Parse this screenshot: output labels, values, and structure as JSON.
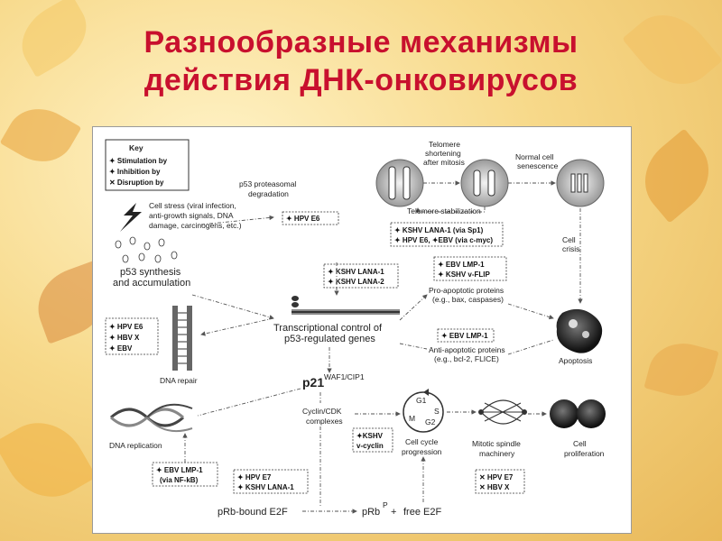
{
  "title_line1": "Разнообразные механизмы",
  "title_line2": "действия ДНК-онковирусов",
  "key": {
    "heading": "Key",
    "stimulation": "✦ Stimulation by",
    "inhibition": "✦ Inhibition by",
    "disruption": "✕ Disruption by"
  },
  "labels": {
    "cell_stress_1": "Cell stress (viral infection,",
    "cell_stress_2": "anti-growth signals, DNA",
    "cell_stress_3": "damage, carcinogens, etc.)",
    "p53_synth_1": "p53 synthesis",
    "p53_synth_2": "and accumulation",
    "p53_prot_1": "p53 proteasomal",
    "p53_prot_2": "degradation",
    "telomere_1": "Telomere",
    "telomere_2": "shortening",
    "telomere_3": "after mitosis",
    "normal_1": "Normal cell",
    "normal_2": "senescence",
    "telomere_stab": "Telomere stabilization",
    "cell_crisis_1": "Cell",
    "cell_crisis_2": "crisis",
    "pro_apop_1": "Pro-apoptotic proteins",
    "pro_apop_2": "(e.g., bax, caspases)",
    "transc_1": "Transcriptional control of",
    "transc_2": "p53-regulated genes",
    "anti_apop_1": "Anti-apoptotic proteins",
    "anti_apop_2": "(e.g., bcl-2, FLICE)",
    "apoptosis": "Apoptosis",
    "dna_repair": "DNA repair",
    "p21": "p21",
    "p21_sup": "WAF1/CIP1",
    "cyclin_1": "Cyclin/CDK",
    "cyclin_2": "complexes",
    "dna_repl": "DNA replication",
    "cc_1": "Cell cycle",
    "cc_2": "progression",
    "mitotic_1": "Mitotic spindle",
    "mitotic_2": "machinery",
    "prolif_1": "Cell",
    "prolif_2": "proliferation",
    "prb_bound": "pRb-bound E2F",
    "prbp": "pRb",
    "prbp_sup": "P",
    "plus": "+",
    "free_e2f": "free E2F",
    "g1": "G1",
    "s": "S",
    "g2": "G2",
    "m": "M"
  },
  "boxes": {
    "hpv_e6": "✦ HPV E6",
    "kshv_lana_1": "✦ KSHV LANA-1",
    "kshv_lana_2": "✦ KSHV LANA-2",
    "kshv_sp1": "✦ KSHV LANA-1 (via Sp1)",
    "hpv_ebv": "✦ HPV E6, ✦EBV (via c-myc)",
    "ebv_lmp1": "✦ EBV LMP-1",
    "kshv_vflip": "✦ KSHV v-FLIP",
    "left_hpv_e6": "✦ HPV E6",
    "left_hbv_x": "✦ HBV X",
    "left_ebv": "✦ EBV",
    "anti_ebv": "✦ EBV LMP-1",
    "kshv_v": "✦KSHV",
    "vcyclin": "v-cyclin",
    "ebv_nfkb_1": "✦ EBV LMP-1",
    "ebv_nfkb_2": "(via NF-kB)",
    "hpv_e7": "✦ HPV E7",
    "kshv_lana1b": "✦ KSHV LANA-1",
    "x_hpv_e7": "✕ HPV E7",
    "x_hbv_x": "✕ HBV X"
  }
}
